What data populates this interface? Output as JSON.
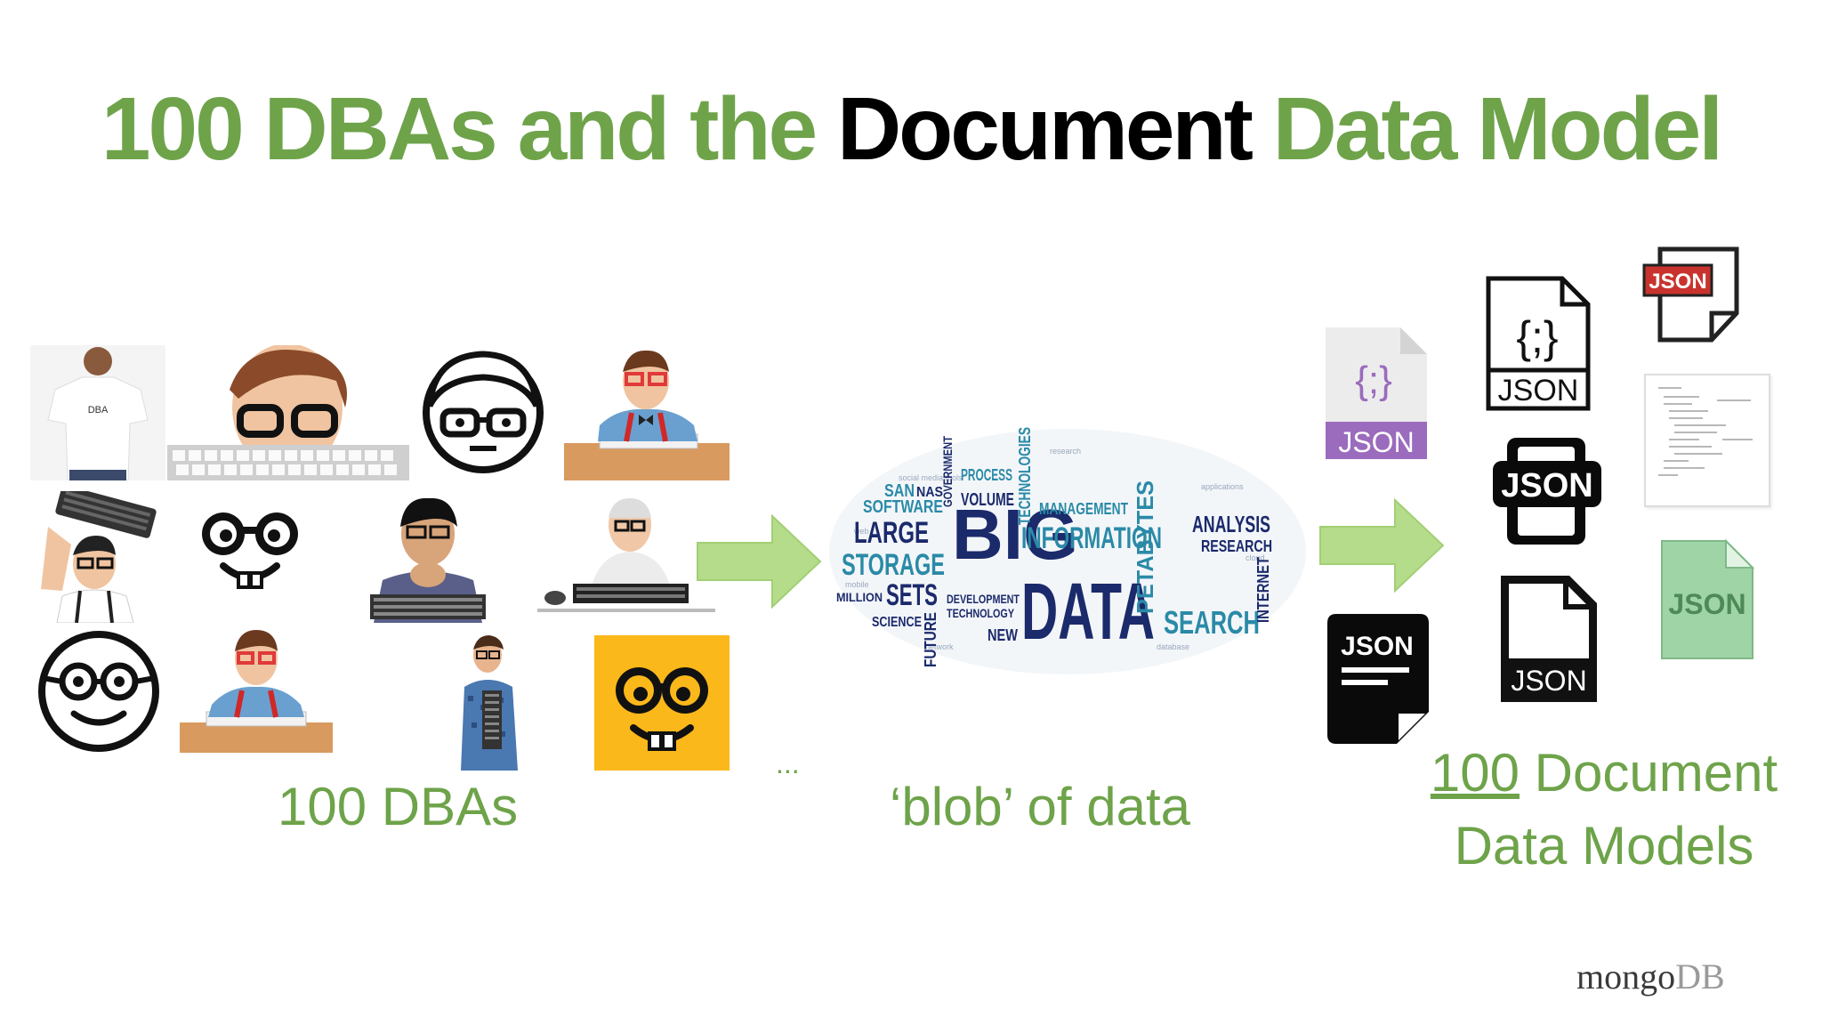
{
  "slide": {
    "title_part1": "100 DBAs and the",
    "title_part2": "Document",
    "title_part3": "Data Model",
    "caption_dbas": "100 DBAs",
    "ellipsis": "...",
    "caption_blob": "‘blob’ of data",
    "caption_models_number": "100",
    "caption_models_rest1": " Document",
    "caption_models_rest2": "Data Models",
    "brand_mongo": "mongo",
    "brand_db": "DB"
  },
  "people_tshirt": "DBA",
  "json_label": "JSON",
  "json_braces": "{;}",
  "word_cloud": {
    "big": "BIG",
    "data": "DATA",
    "information": "INFORMATION",
    "storage": "STORAGE",
    "large": "LARGE",
    "sets": "SETS",
    "analysis": "ANALYSIS",
    "research": "RESEARCH",
    "search": "SEARCH",
    "management": "MANAGEMENT",
    "software": "SOFTWARE",
    "volume": "VOLUME",
    "petabytes": "PETABYTES",
    "technologies": "TECHNOLOGIES",
    "process": "PROCESS",
    "development": "DEVELOPMENT",
    "technology": "TECHNOLOGY",
    "million": "MILLION",
    "science": "SCIENCE",
    "new": "NEW",
    "san": "SAN",
    "nas": "NAS",
    "future": "FUTURE",
    "internet": "INTERNET",
    "government": "GOVERNMENT"
  },
  "colors": {
    "brand_green": "#6ea34a",
    "arrow_green": "#b5dc8a",
    "cloud_navy": "#1b2a6b",
    "cloud_teal": "#2a8aa7",
    "json_purple": "#9b6bbd",
    "json_red": "#c8342d",
    "json_mint": "#9fd4a7"
  }
}
